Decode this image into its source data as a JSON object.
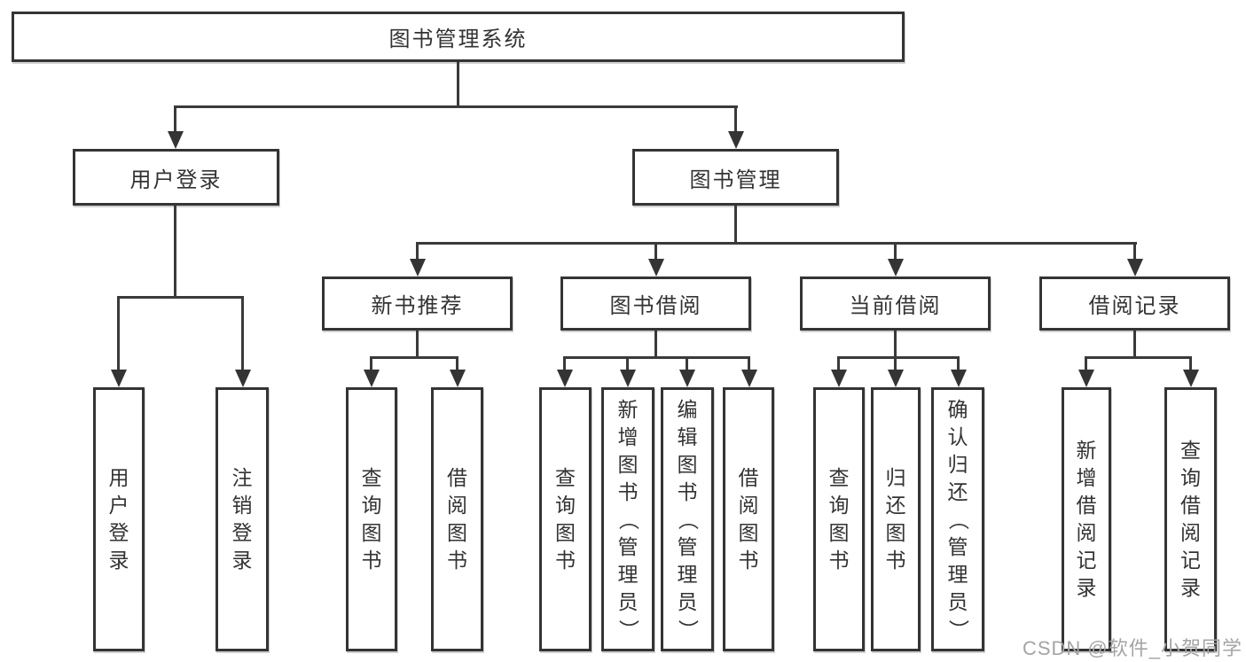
{
  "diagram": {
    "root": "图书管理系统",
    "level2": [
      "用户登录",
      "图书管理"
    ],
    "level3": [
      "新书推荐",
      "图书借阅",
      "当前借阅",
      "借阅记录"
    ],
    "leaves": [
      "用户登录",
      "注销登录",
      "查询图书",
      "借阅图书",
      "查询图书",
      "新增图书（管理员）",
      "编辑图书（管理员）",
      "借阅图书",
      "查询图书",
      "归还图书",
      "确认归还（管理员）",
      "新增借阅记录",
      "查询借阅记录"
    ],
    "watermark": "CSDN @软件_小贺同学",
    "colors": {
      "line": "#343434",
      "text": "#333333",
      "watermark": "#a4a4a4",
      "background": "#ffffff"
    }
  }
}
